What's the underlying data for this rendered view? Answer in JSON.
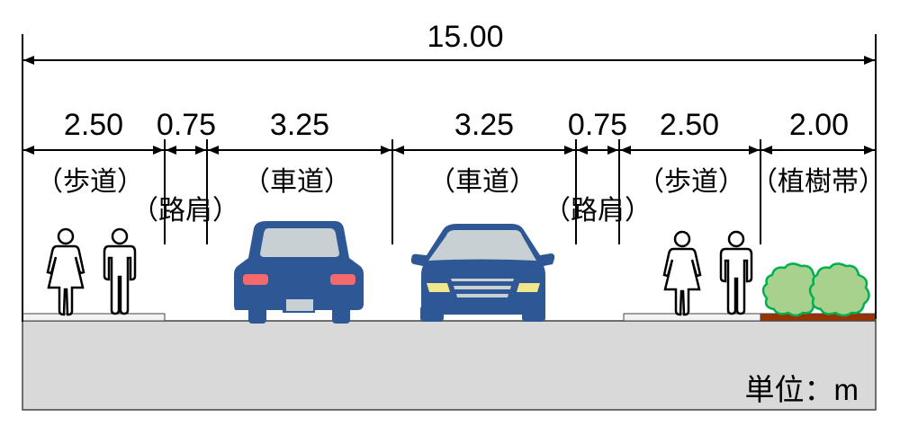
{
  "total_width": "15.00",
  "segments": [
    {
      "width": "2.50",
      "label": "（歩道）"
    },
    {
      "width": "0.75",
      "label": "（路肩）"
    },
    {
      "width": "3.25",
      "label": "（車道）"
    },
    {
      "width": "3.25",
      "label": "（車道）"
    },
    {
      "width": "0.75",
      "label": "（路肩）"
    },
    {
      "width": "2.50",
      "label": "（歩道）"
    },
    {
      "width": "2.00",
      "label": "（植樹帯）"
    }
  ],
  "unit_label": "単位：m",
  "colors": {
    "car": "#2e5895",
    "ground": "#d9d9d9",
    "planting_strip": "#993300",
    "shrub": "#a9d18e",
    "shrub_outline": "#00b050"
  }
}
